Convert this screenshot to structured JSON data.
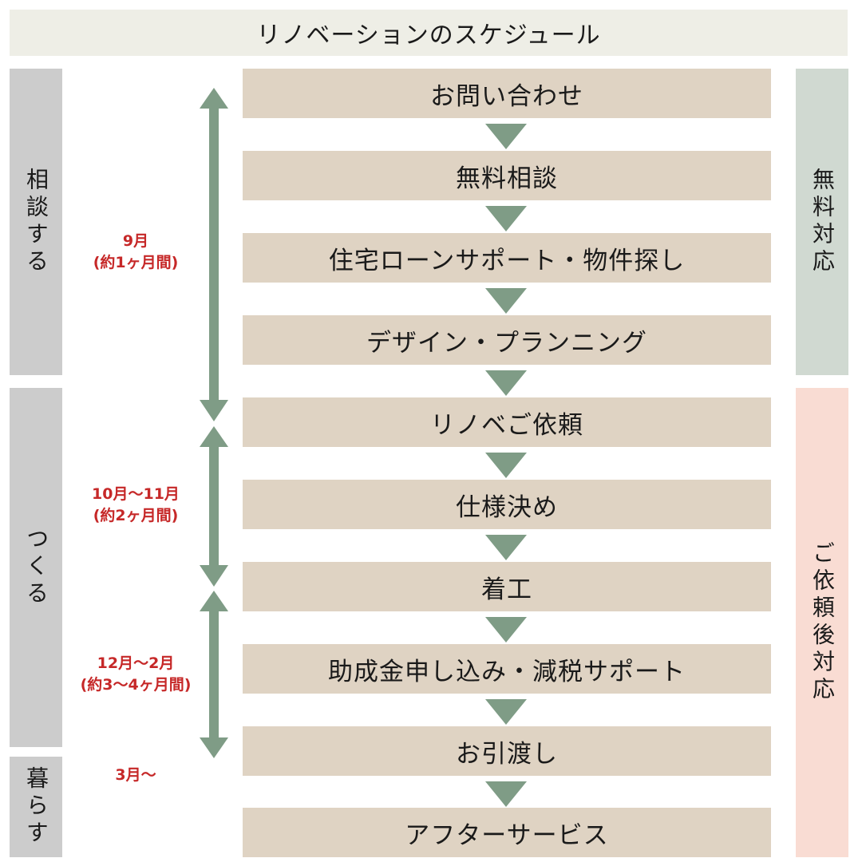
{
  "title": "リノベーションのスケジュール",
  "phases": [
    {
      "label": "相談する"
    },
    {
      "label": "つくる"
    },
    {
      "label": "暮らす"
    }
  ],
  "side_labels": [
    {
      "label": "無料対応"
    },
    {
      "label": "ご依頼後対応"
    }
  ],
  "steps": [
    "お問い合わせ",
    "無料相談",
    "住宅ローンサポート・物件探し",
    "デザイン・プランニング",
    "リノベご依頼",
    "仕様決め",
    "着工",
    "助成金申し込み・減税サポート",
    "お引渡し",
    "アフターサービス"
  ],
  "durations": [
    {
      "line1": "9月",
      "line2": "(約1ヶ月間)"
    },
    {
      "line1": "10月〜11月",
      "line2": "(約2ヶ月間)"
    },
    {
      "line1": "12月〜2月",
      "line2": "(約3〜4ヶ月間)"
    },
    {
      "line1": "3月〜",
      "line2": ""
    }
  ],
  "colors": {
    "step_fill": "#dfd3c3",
    "arrow": "#7f9c86",
    "phase_fill": "#cccccc",
    "free_fill": "#d0d9d1",
    "after_fill": "#f9dcd3",
    "duration_text": "#c62828"
  }
}
